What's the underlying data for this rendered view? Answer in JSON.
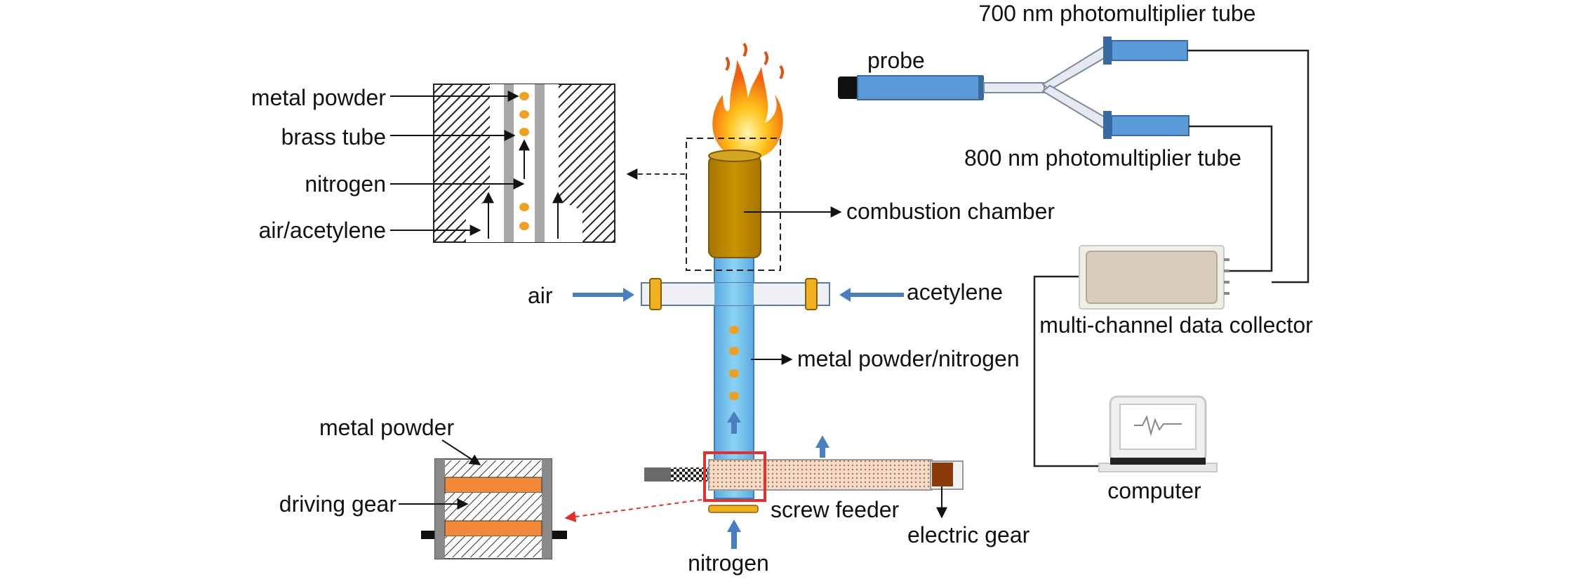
{
  "labels": {
    "pmt_700": "700 nm photomultiplier tube",
    "probe": "probe",
    "pmt_800": "800 nm photomultiplier tube",
    "combustion_chamber": "combustion chamber",
    "air": "air",
    "acetylene": "acetylene",
    "metal_powder_nitrogen": "metal powder/nitrogen",
    "data_collector": "multi-channel data collector",
    "computer": "computer",
    "screw_feeder": "screw feeder",
    "electric_gear": "electric gear",
    "nitrogen_bottom": "nitrogen",
    "nozzle_metal_powder": "metal powder",
    "nozzle_brass_tube": "brass tube",
    "nozzle_nitrogen": "nitrogen",
    "nozzle_air_acetylene": "air/acetylene",
    "gear_metal_powder": "metal powder",
    "gear_driving_gear": "driving gear"
  },
  "colors": {
    "tube_blue": "#5aa0dc",
    "tube_blue_light": "#7fc4ec",
    "chamber_brown": "#c08a00",
    "powder_orange": "#f0a020",
    "arrow_blue": "#4a7fbf",
    "red_highlight": "#e03030",
    "collector_fill": "#d9ccbd"
  }
}
